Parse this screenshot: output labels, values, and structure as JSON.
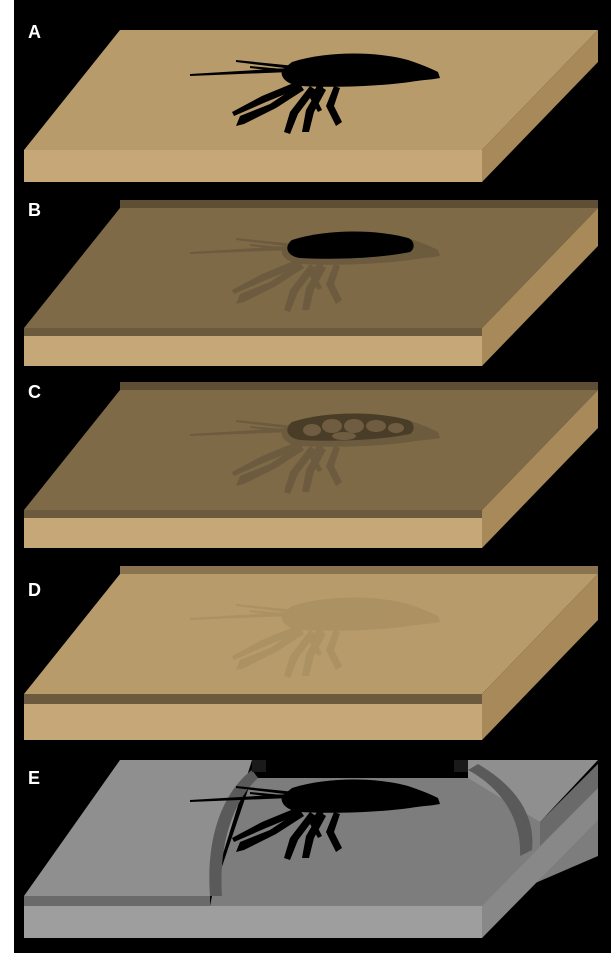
{
  "panels": [
    {
      "label": "A"
    },
    {
      "label": "B"
    },
    {
      "label": "C"
    },
    {
      "label": "D"
    },
    {
      "label": "E"
    }
  ],
  "colors": {
    "background": "#000000",
    "sediment_top": "#b89b6b",
    "sediment_side": "#c6a878",
    "sediment_dark": "#7f6a48",
    "sediment_edge": "#5e4e33",
    "specimen": "#000000",
    "resin_top": "#8f8f8f",
    "resin_side": "#9e9e9e",
    "resin_edge": "#5a5a5a"
  }
}
